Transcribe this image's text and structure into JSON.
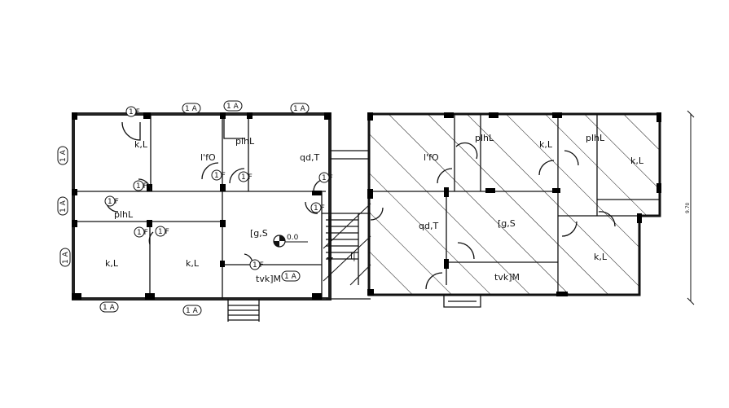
{
  "drawing": {
    "left_block_rooms": [
      {
        "label": "k,L"
      },
      {
        "label": "l'fO"
      },
      {
        "label": "plhL"
      },
      {
        "label": "qd,T"
      },
      {
        "label": "plhL"
      },
      {
        "label": "k,L"
      },
      {
        "label": "k,L"
      },
      {
        "label": "[g,S"
      },
      {
        "label": "tvk]M"
      }
    ],
    "right_block_rooms": [
      {
        "label": "l'fO"
      },
      {
        "label": "plhL"
      },
      {
        "label": "k,L"
      },
      {
        "label": "plhL"
      },
      {
        "label": "k,L"
      },
      {
        "label": "qd,T"
      },
      {
        "label": "[g,S"
      },
      {
        "label": "tvk]M"
      },
      {
        "label": "k,L"
      }
    ],
    "level_marker": "0.0",
    "stair_label": "l|",
    "door_tag": "1 F",
    "window_tag": "1 A",
    "dimension": "9.70",
    "hatch_color": "#111111",
    "line_color": "#111111"
  }
}
